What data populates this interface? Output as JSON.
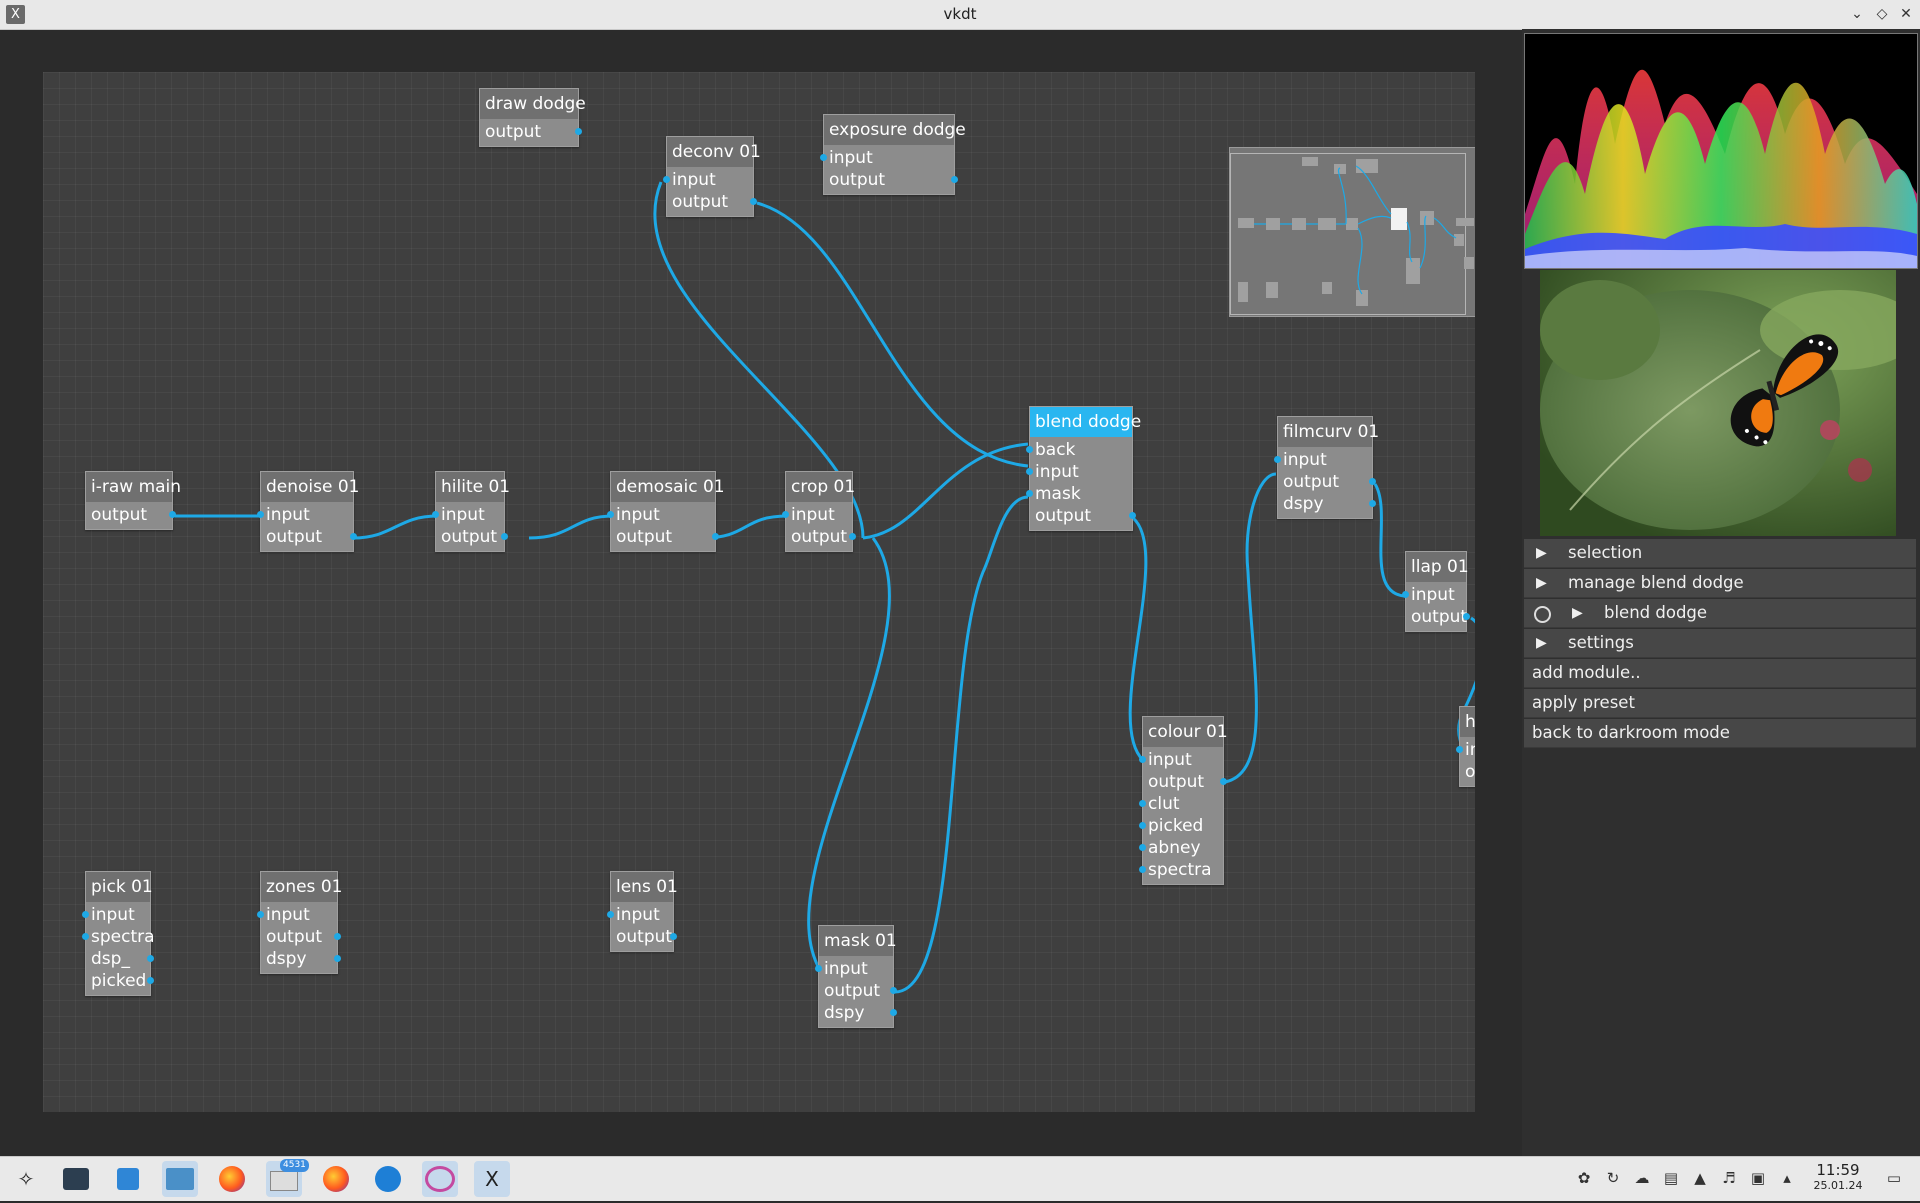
{
  "window": {
    "title": "vkdt",
    "app_icon": "vkdt-logo",
    "controls": [
      "minimize-icon",
      "maximize-icon",
      "close-icon"
    ]
  },
  "nodes": [
    {
      "id": "draw-dodge",
      "title": "draw dodge",
      "inputs": [],
      "outputs": [
        "output"
      ]
    },
    {
      "id": "deconv-01",
      "title": "deconv 01",
      "inputs": [
        "input"
      ],
      "outputs": [
        "output"
      ]
    },
    {
      "id": "exposure-dodge",
      "title": "exposure dodge",
      "inputs": [
        "input"
      ],
      "outputs": [
        "output"
      ]
    },
    {
      "id": "i-raw-main",
      "title": "i-raw main",
      "inputs": [],
      "outputs": [
        "output"
      ]
    },
    {
      "id": "denoise-01",
      "title": "denoise 01",
      "inputs": [
        "input"
      ],
      "outputs": [
        "output"
      ]
    },
    {
      "id": "hilite-01",
      "title": "hilite 01",
      "inputs": [
        "input"
      ],
      "outputs": [
        "output"
      ]
    },
    {
      "id": "demosaic-01",
      "title": "demosaic 01",
      "inputs": [
        "input"
      ],
      "outputs": [
        "output"
      ]
    },
    {
      "id": "crop-01",
      "title": "crop 01",
      "inputs": [
        "input"
      ],
      "outputs": [
        "output"
      ]
    },
    {
      "id": "blend-dodge",
      "title": "blend dodge",
      "inputs": [
        "back",
        "input",
        "mask"
      ],
      "outputs": [
        "output"
      ],
      "active": true
    },
    {
      "id": "filmcurv-01",
      "title": "filmcurv 01",
      "inputs": [
        "input"
      ],
      "outputs": [
        "output",
        "dspy"
      ]
    },
    {
      "id": "llap-01",
      "title": "llap 01",
      "inputs": [
        "input"
      ],
      "outputs": [
        "output"
      ]
    },
    {
      "id": "colour-01",
      "title": "colour 01",
      "inputs": [
        "input"
      ],
      "outputs": [
        "output"
      ],
      "extra_inputs": [
        "clut",
        "picked",
        "abney",
        "spectra"
      ]
    },
    {
      "id": "pick-01",
      "title": "pick 01",
      "inputs": [
        "input",
        "spectra"
      ],
      "outputs": [
        "dsp_",
        "picked"
      ]
    },
    {
      "id": "zones-01",
      "title": "zones 01",
      "inputs": [
        "input"
      ],
      "outputs": [
        "output",
        "dspy"
      ]
    },
    {
      "id": "lens-01",
      "title": "lens 01",
      "inputs": [
        "input"
      ],
      "outputs": [
        "output"
      ]
    },
    {
      "id": "mask-01",
      "title": "mask 01",
      "inputs": [
        "input"
      ],
      "outputs": [
        "output",
        "dspy"
      ]
    },
    {
      "id": "partial-node",
      "title": "h",
      "inputs": [
        "in"
      ],
      "outputs": [
        "o"
      ]
    }
  ],
  "panel": {
    "histogram_label": "histogram",
    "preview_label": "butterfly on leaf preview",
    "sections": [
      {
        "label": "selection",
        "expander": "triangle-right-icon"
      },
      {
        "label": "manage blend dodge",
        "expander": "triangle-right-icon"
      },
      {
        "label": "blend dodge",
        "expander": "triangle-right-icon",
        "toggle": "circle-toggle-icon"
      },
      {
        "label": "settings",
        "expander": "triangle-right-icon"
      }
    ],
    "buttons": [
      {
        "label": "add module.."
      },
      {
        "label": "apply preset"
      },
      {
        "label": "back to darkroom mode"
      }
    ]
  },
  "taskbar": {
    "apps": [
      "launcher-icon",
      "settings-icon",
      "store-icon",
      "file-manager-icon",
      "firefox-icon",
      "mail-icon",
      "firefox-icon",
      "browser-icon",
      "other-app-icon",
      "vkdt-icon"
    ],
    "mail_badge": "4531",
    "tray": [
      "flower-icon",
      "update-icon",
      "cloud-icon",
      "clipboard-icon",
      "usb-icon",
      "volume-icon",
      "network-icon",
      "expand-tray-icon"
    ],
    "time": "11:59",
    "date": "25.01.24",
    "show_desktop": "show-desktop-icon"
  }
}
